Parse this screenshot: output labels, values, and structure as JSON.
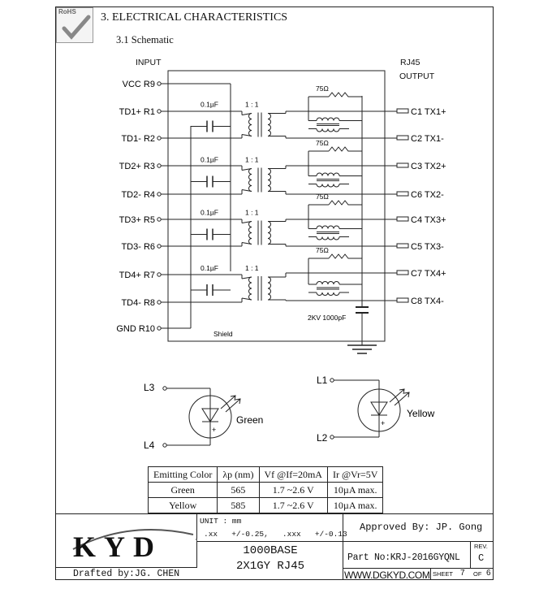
{
  "header": {
    "rohs_badge": "RoHS",
    "section_title": "3. ELECTRICAL CHARACTERISTICS",
    "subsection_title": "3.1 Schematic"
  },
  "schematic": {
    "input_label": "INPUT",
    "output_label_line1": "RJ45",
    "output_label_line2": "OUTPUT",
    "left_pins": [
      {
        "name": "VCC",
        "pin": "R9"
      },
      {
        "name": "TD1+",
        "pin": "R1"
      },
      {
        "name": "TD1-",
        "pin": "R2"
      },
      {
        "name": "TD2+",
        "pin": "R3"
      },
      {
        "name": "TD2-",
        "pin": "R4"
      },
      {
        "name": "TD3+",
        "pin": "R5"
      },
      {
        "name": "TD3-",
        "pin": "R6"
      },
      {
        "name": "TD4+",
        "pin": "R7"
      },
      {
        "name": "TD4-",
        "pin": "R8"
      },
      {
        "name": "GND",
        "pin": "R10"
      }
    ],
    "right_pins": [
      {
        "pin": "C1",
        "name": "TX1+"
      },
      {
        "pin": "C2",
        "name": "TX1-"
      },
      {
        "pin": "C3",
        "name": "TX2+"
      },
      {
        "pin": "C6",
        "name": "TX2-"
      },
      {
        "pin": "C4",
        "name": "TX3+"
      },
      {
        "pin": "C5",
        "name": "TX3-"
      },
      {
        "pin": "C7",
        "name": "TX4+"
      },
      {
        "pin": "C8",
        "name": "TX4-"
      }
    ],
    "cap_label": "0.1µF",
    "ratio_label": "1 : 1",
    "resistor_label": "75Ω",
    "hv_cap_label": "2KV 1000pF",
    "shield_label": "Shield"
  },
  "leds": {
    "green": {
      "anode": "L3",
      "cathode": "L4",
      "color_name": "Green"
    },
    "yellow": {
      "anode": "L1",
      "cathode": "L2",
      "color_name": "Yellow"
    },
    "plus_sign": "+"
  },
  "spec_table": {
    "headers": [
      "Emitting Color",
      "λp (nm)",
      "Vf @If=20mA",
      "Ir @Vr=5V"
    ],
    "rows": [
      [
        "Green",
        "565",
        "1.7 ~2.6 V",
        "10µA max."
      ],
      [
        "Yellow",
        "585",
        "1.7 ~2.6 V",
        "10µA max."
      ]
    ]
  },
  "title_block": {
    "logo": "KYD",
    "drafted_by": "Drafted by:JG. CHEN",
    "unit_line": "UNIT : mm",
    "tolerance_line": ".xx   +/-0.25,   .xxx   +/-0.13",
    "product_line1": "1000BASE",
    "product_line2": "2X1GY RJ45",
    "approved_by": "Approved By:  JP. Gong",
    "part_no": "Part No:KRJ-2016GYQNL",
    "rev_label": "REV.",
    "rev_value": "C",
    "website": "WWW.DGKYD.COM",
    "sheet_label": "SHEET",
    "sheet_number": "7",
    "of_label": "OF",
    "sheet_total": "6"
  }
}
